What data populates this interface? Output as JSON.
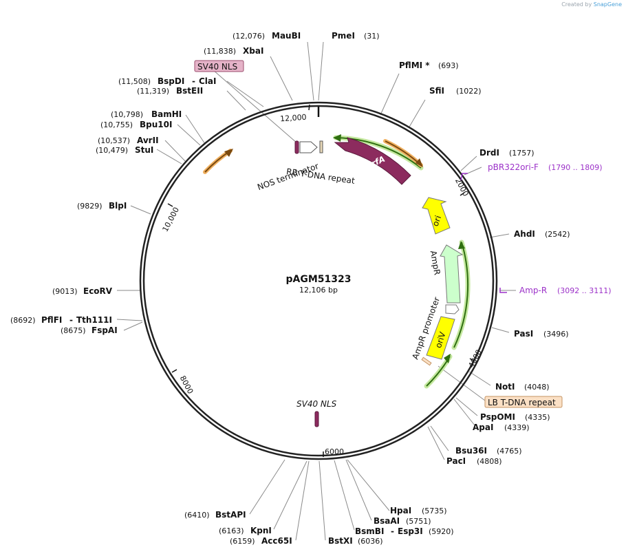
{
  "credit": {
    "prefix": "Created by",
    "brand": "SnapGene"
  },
  "plasmid": {
    "name": "pAGM51323",
    "size_label": "12,106 bp"
  },
  "ticks": [
    "12,000",
    "2000",
    "4000",
    "6000",
    "8000",
    "10,000"
  ],
  "restriction_sites": [
    {
      "pos": "(12,076)",
      "name": "MauBI"
    },
    {
      "pos": "(31)",
      "name": "PmeI"
    },
    {
      "pos": "(11,838)",
      "name": "XbaI"
    },
    {
      "pos": "(693)",
      "name": "PflMI *"
    },
    {
      "pos": "(11,508)",
      "name": "BspDI",
      "sep": "-",
      "name2": "ClaI"
    },
    {
      "pos": "(11,319)",
      "name": "BstEII"
    },
    {
      "pos": "(1022)",
      "name": "SfiI"
    },
    {
      "pos": "(10,798)",
      "name": "BamHI"
    },
    {
      "pos": "(10,755)",
      "name": "Bpu10I"
    },
    {
      "pos": "(10,537)",
      "name": "AvrII"
    },
    {
      "pos": "(10,479)",
      "name": "StuI"
    },
    {
      "pos": "(1757)",
      "name": "DrdI"
    },
    {
      "pos": "(9829)",
      "name": "BlpI"
    },
    {
      "pos": "(2542)",
      "name": "AhdI"
    },
    {
      "pos": "(9013)",
      "name": "EcoRV"
    },
    {
      "pos": "(8692)",
      "name": "PflFI",
      "sep": "-",
      "name2": "Tth111I"
    },
    {
      "pos": "(8675)",
      "name": "FspAI"
    },
    {
      "pos": "(3496)",
      "name": "PasI"
    },
    {
      "pos": "(4048)",
      "name": "NotI"
    },
    {
      "pos": "(4335)",
      "name": "PspOMI"
    },
    {
      "pos": "(4339)",
      "name": "ApaI"
    },
    {
      "pos": "(4765)",
      "name": "Bsu36I"
    },
    {
      "pos": "(4808)",
      "name": "PacI"
    },
    {
      "pos": "(5735)",
      "name": "HpaI"
    },
    {
      "pos": "(5751)",
      "name": "BsaAI"
    },
    {
      "pos": "(5920)",
      "name": "BsmBI",
      "sep": "-",
      "name2": "Esp3I"
    },
    {
      "pos": "(6036)",
      "name": "BstXI"
    },
    {
      "pos": "(6410)",
      "name": "BstAPI"
    },
    {
      "pos": "(6163)",
      "name": "KpnI"
    },
    {
      "pos": "(6159)",
      "name": "Acc65I"
    }
  ],
  "primers": [
    {
      "name": "pBR322ori-F",
      "range": "(1790 .. 1809)"
    },
    {
      "name": "Amp-R",
      "range": "(3092 .. 3111)"
    }
  ],
  "boxed_features": [
    {
      "label": "SV40 NLS",
      "fill": "#e5b3c8",
      "stroke": "#9b4e6e"
    },
    {
      "label": "LB T-DNA repeat",
      "fill": "#fbe0c5",
      "stroke": "#c49362"
    }
  ],
  "features": {
    "trfA": "trfA",
    "ori": "ori",
    "ampr": "AmpR",
    "oriv": "oriV",
    "ampr_promoter": "AmpR promoter",
    "nos_terminator": "NOS terminator",
    "rb_repeat": "RB T-DNA repeat",
    "sv40_nls_inner": "SV40 NLS"
  },
  "colors": {
    "trfA": "#8c2b5e",
    "ori": "#ffff00",
    "ampr": "#ccffcc",
    "oriv": "#ffff00",
    "orf_green": "#5ca829",
    "orf_orange": "#f0b060",
    "primer": "#9b30c8",
    "backbone": "#222222"
  }
}
